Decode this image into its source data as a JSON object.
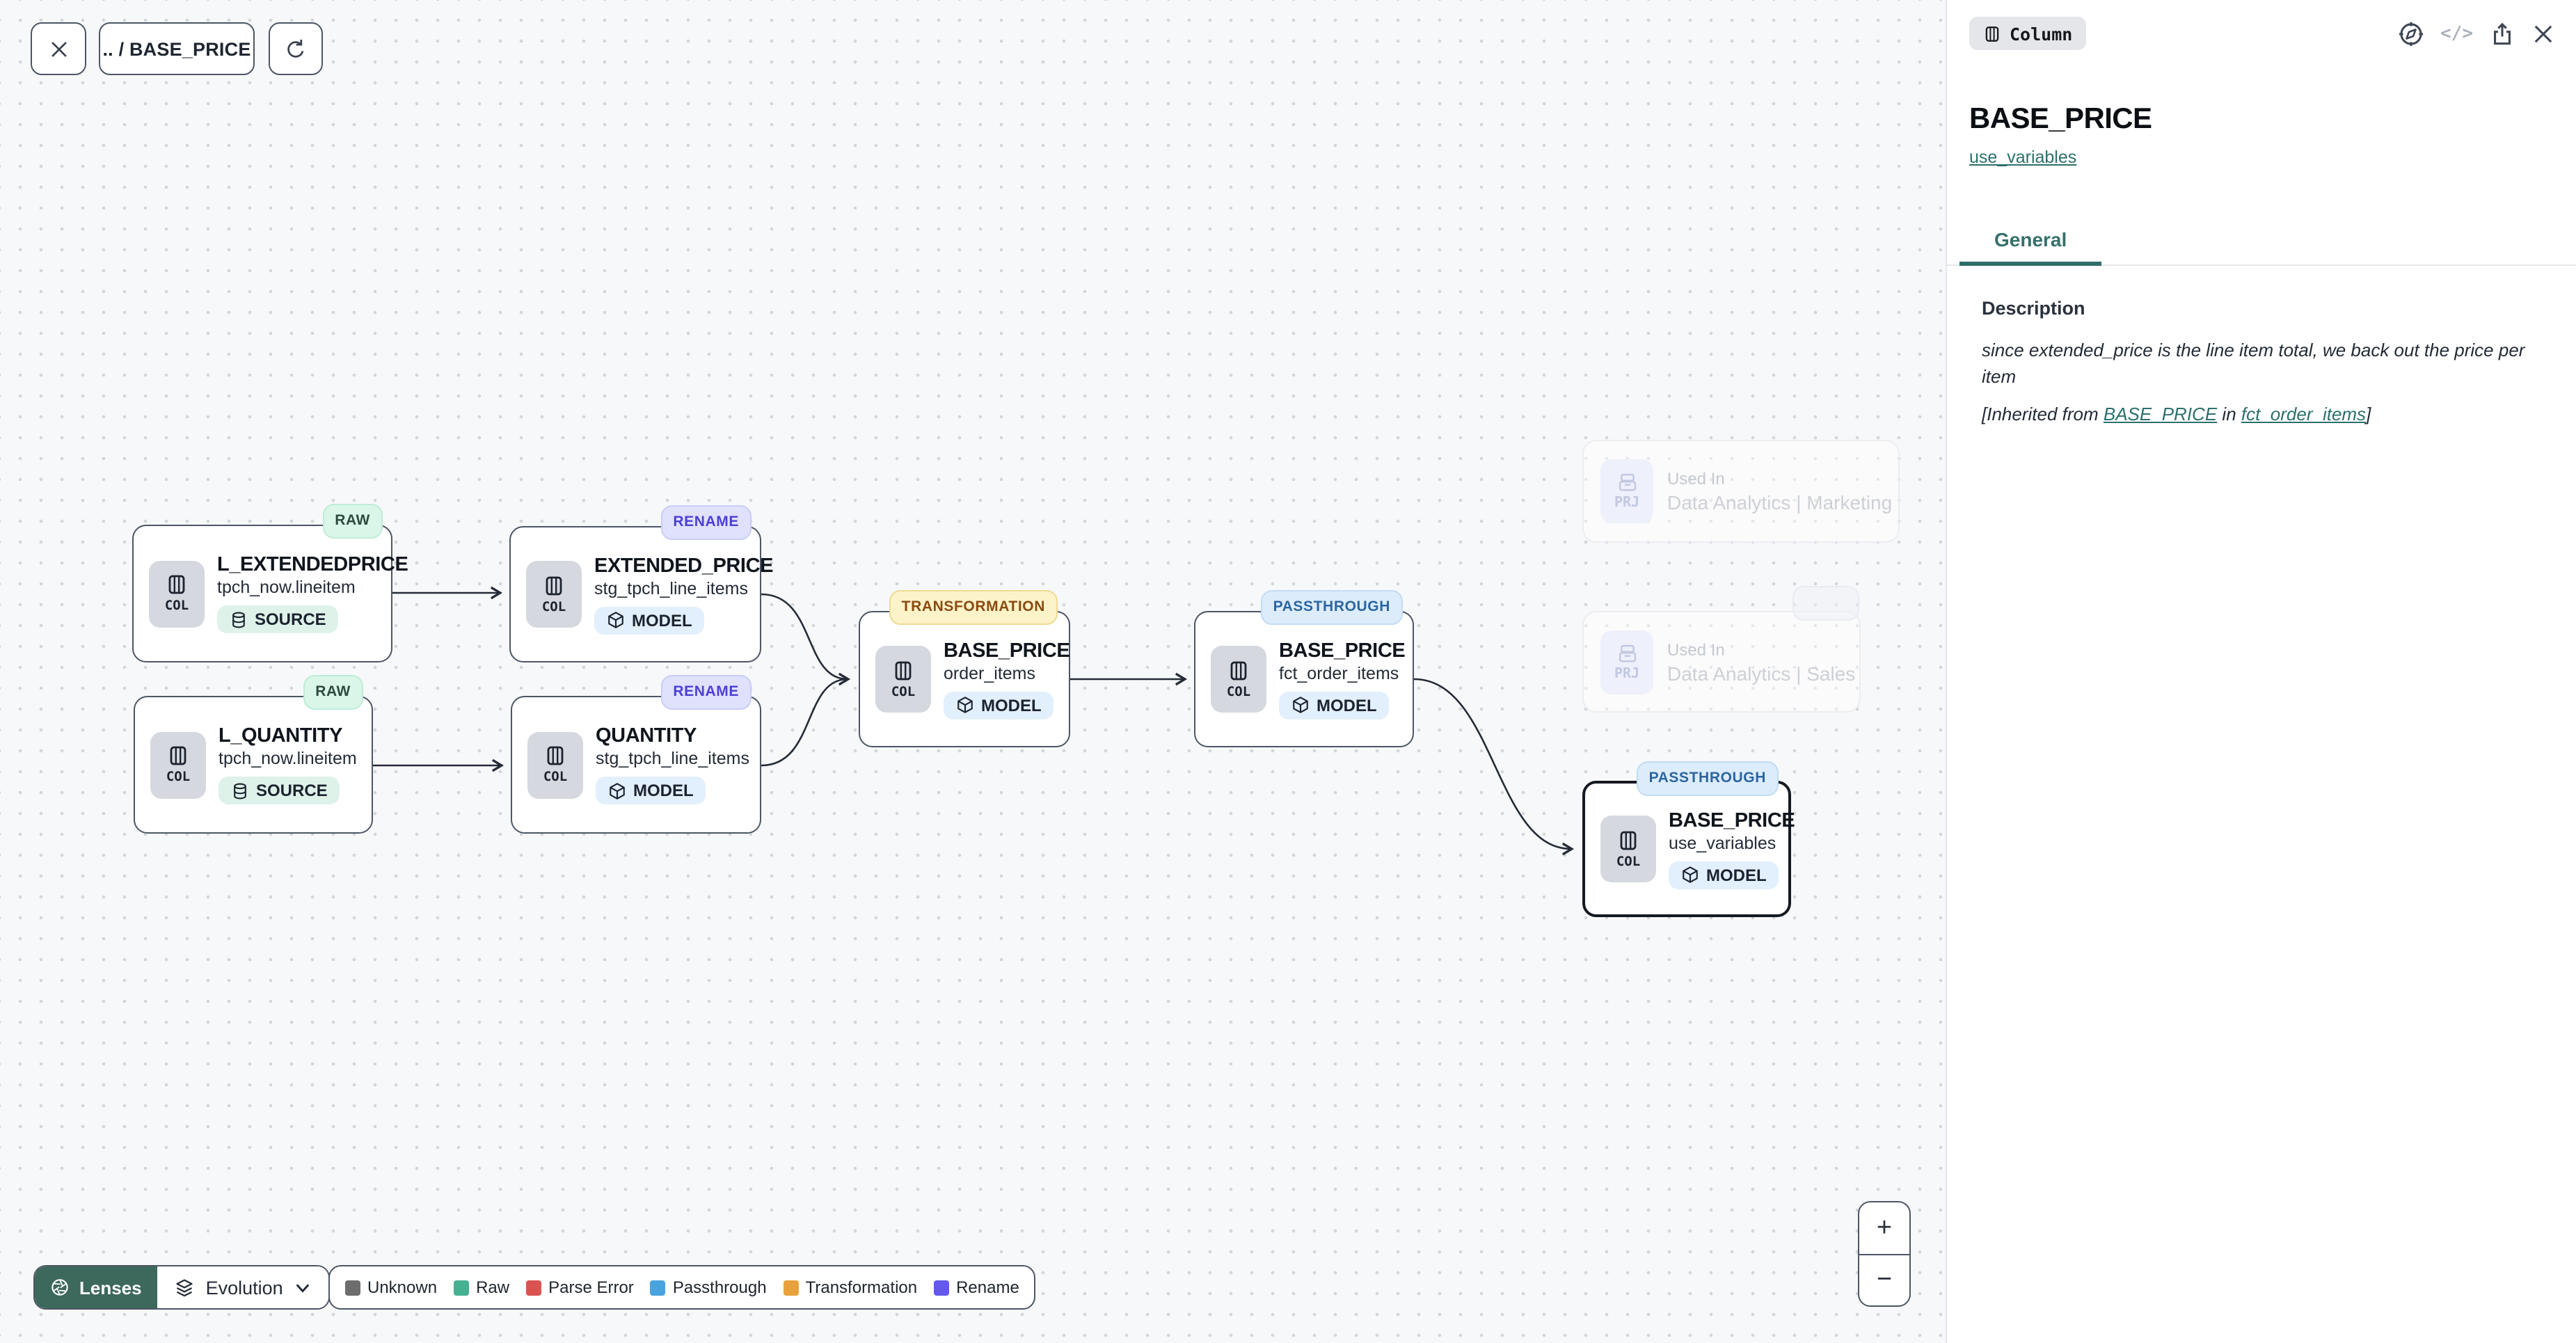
{
  "toolbar": {
    "breadcrumb": ".. / BASE_PRICE"
  },
  "canvas": {
    "nodes": [
      {
        "title": "L_EXTENDEDPRICE",
        "subtitle": "tpch_now.lineitem",
        "chip": "SOURCE",
        "badge": "RAW",
        "kind": "COL"
      },
      {
        "title": "EXTENDED_PRICE",
        "subtitle": "stg_tpch_line_items",
        "chip": "MODEL",
        "badge": "RENAME",
        "kind": "COL"
      },
      {
        "title": "L_QUANTITY",
        "subtitle": "tpch_now.lineitem",
        "chip": "SOURCE",
        "badge": "RAW",
        "kind": "COL"
      },
      {
        "title": "QUANTITY",
        "subtitle": "stg_tpch_line_items",
        "chip": "MODEL",
        "badge": "RENAME",
        "kind": "COL"
      },
      {
        "title": "BASE_PRICE",
        "subtitle": "order_items",
        "chip": "MODEL",
        "badge": "TRANSFORMATION",
        "kind": "COL"
      },
      {
        "title": "BASE_PRICE",
        "subtitle": "fct_order_items",
        "chip": "MODEL",
        "badge": "PASSTHROUGH",
        "kind": "COL"
      },
      {
        "title": "BASE_PRICE",
        "subtitle": "use_variables",
        "chip": "MODEL",
        "badge": "PASSTHROUGH",
        "kind": "COL"
      }
    ],
    "used_in": [
      {
        "label": "Used In",
        "name": "Data Analytics | Marketing",
        "kind": "PRJ"
      },
      {
        "label": "Used In",
        "name": "Data Analytics | Sales",
        "kind": "PRJ"
      }
    ]
  },
  "lenses_bar": {
    "lenses_label": "Lenses",
    "mode_label": "Evolution"
  },
  "legend": {
    "items": [
      {
        "label": "Unknown",
        "color": "#6d6d6d"
      },
      {
        "label": "Raw",
        "color": "#46b191"
      },
      {
        "label": "Parse Error",
        "color": "#d95350"
      },
      {
        "label": "Passthrough",
        "color": "#4aa3df"
      },
      {
        "label": "Transformation",
        "color": "#e9a23b"
      },
      {
        "label": "Rename",
        "color": "#6459e8"
      }
    ]
  },
  "zoom_controls": {
    "zoom_in": "+",
    "zoom_out": "−"
  },
  "panel": {
    "type_chip": "Column",
    "title": "BASE_PRICE",
    "model_link": "use_variables",
    "tab": "General",
    "section_heading": "Description",
    "description_body": "since extended_price is the line item total, we back out the price per item",
    "inherited": {
      "prefix": "[Inherited from ",
      "link_column": "BASE_PRICE",
      "middle": " in ",
      "link_model": "fct_order_items",
      "suffix": "]"
    },
    "code_icon_label": "</>"
  },
  "colors": {
    "accent_teal": "#2f6f6a",
    "lenses_green": "#3d685c"
  }
}
